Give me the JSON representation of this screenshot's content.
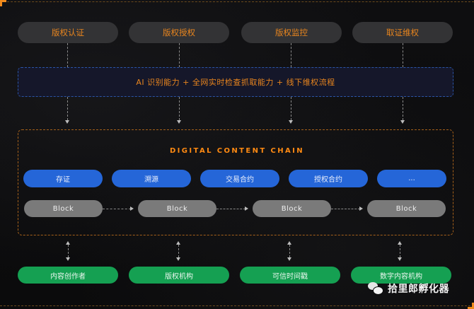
{
  "top_services": [
    {
      "label": "版权认证"
    },
    {
      "label": "版权授权"
    },
    {
      "label": "版权监控"
    },
    {
      "label": "取证维权"
    }
  ],
  "capabilities": {
    "text": "AI 识别能力 + 全网实时检查抓取能力 + 线下维权流程"
  },
  "chain": {
    "title": "DIGITAL CONTENT CHAIN",
    "functions": [
      {
        "label": "存证"
      },
      {
        "label": "溯源"
      },
      {
        "label": "交易合约"
      },
      {
        "label": "授权合约"
      },
      {
        "label": "..."
      }
    ],
    "blocks": [
      {
        "label": "Block"
      },
      {
        "label": "Block"
      },
      {
        "label": "Block"
      },
      {
        "label": "Block"
      }
    ]
  },
  "participants": [
    {
      "label": "内容创作者"
    },
    {
      "label": "版权机构"
    },
    {
      "label": "可信时间戳"
    },
    {
      "label": "数字内容机构"
    }
  ],
  "watermark": {
    "icon": "wechat-icon",
    "text": "拾里郎孵化器"
  },
  "colors": {
    "accent_orange": "#e8851e",
    "function_blue": "#2566d8",
    "block_gray": "#7a7a7a",
    "participant_green": "#15a052",
    "background": "#0b0b0c"
  }
}
